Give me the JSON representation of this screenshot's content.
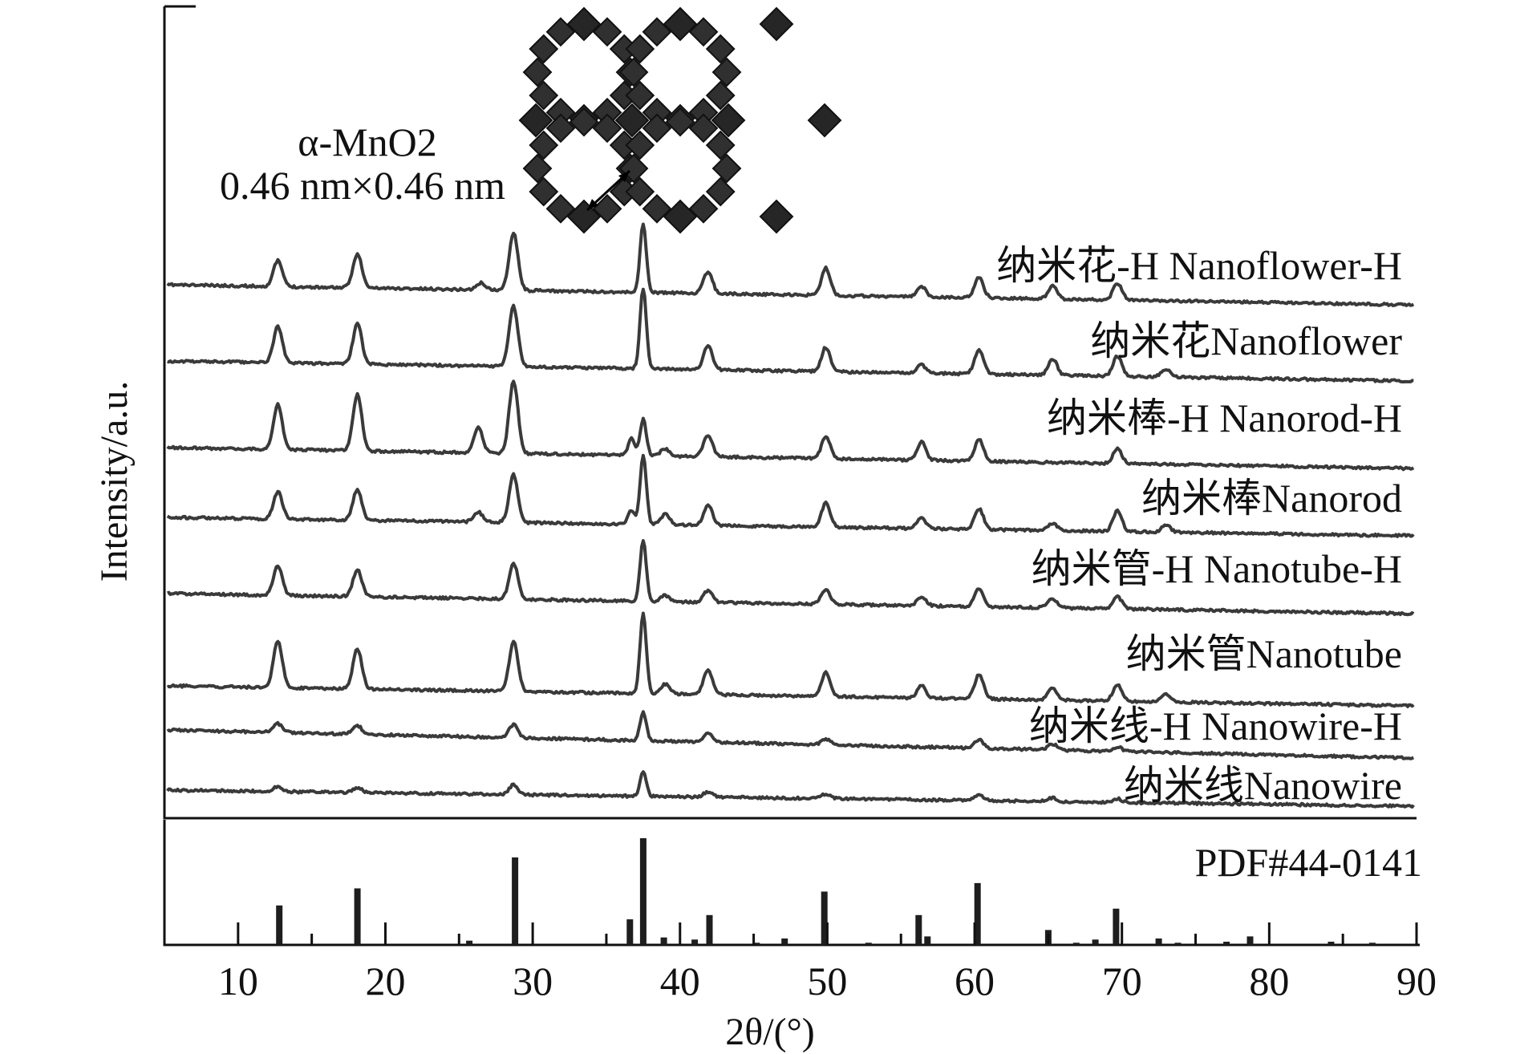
{
  "chart_data": {
    "type": "line",
    "xlabel": "2θ/(°)",
    "ylabel": "Intensity/a.u.",
    "xlim": [
      5,
      90
    ],
    "xticks": [
      "10",
      "20",
      "30",
      "40",
      "50",
      "60",
      "70",
      "80",
      "90"
    ],
    "grid": false,
    "inset": {
      "title": "α-MnO2",
      "pore_size": "0.46 nm×0.46 nm"
    },
    "series": [
      {
        "name": "纳米花-H Nanoflower-H",
        "peaks": [
          [
            12.7,
            0.38
          ],
          [
            18.1,
            0.5
          ],
          [
            26.5,
            0.1
          ],
          [
            28.7,
            0.85
          ],
          [
            37.5,
            1.0
          ],
          [
            41.9,
            0.32
          ],
          [
            49.9,
            0.4
          ],
          [
            56.4,
            0.15
          ],
          [
            60.3,
            0.3
          ],
          [
            65.3,
            0.2
          ],
          [
            69.7,
            0.25
          ]
        ]
      },
      {
        "name": "纳米花Nanoflower",
        "peaks": [
          [
            12.7,
            0.45
          ],
          [
            18.1,
            0.5
          ],
          [
            28.7,
            0.75
          ],
          [
            37.5,
            1.0
          ],
          [
            41.9,
            0.3
          ],
          [
            49.9,
            0.3
          ],
          [
            56.4,
            0.1
          ],
          [
            60.3,
            0.3
          ],
          [
            65.3,
            0.2
          ],
          [
            69.7,
            0.25
          ],
          [
            73.0,
            0.1
          ]
        ]
      },
      {
        "name": "纳米棒-H Nanorod-H",
        "peaks": [
          [
            12.7,
            0.62
          ],
          [
            18.1,
            0.78
          ],
          [
            26.3,
            0.35
          ],
          [
            28.7,
            1.0
          ],
          [
            36.7,
            0.25
          ],
          [
            37.5,
            0.5
          ],
          [
            39.0,
            0.1
          ],
          [
            41.9,
            0.3
          ],
          [
            49.9,
            0.3
          ],
          [
            56.4,
            0.25
          ],
          [
            60.3,
            0.3
          ],
          [
            69.7,
            0.2
          ]
        ]
      },
      {
        "name": "纳米棒Nanorod",
        "peaks": [
          [
            12.7,
            0.4
          ],
          [
            18.1,
            0.45
          ],
          [
            26.3,
            0.15
          ],
          [
            28.7,
            0.7
          ],
          [
            36.7,
            0.2
          ],
          [
            37.5,
            1.0
          ],
          [
            39.0,
            0.15
          ],
          [
            41.9,
            0.3
          ],
          [
            49.9,
            0.35
          ],
          [
            56.4,
            0.15
          ],
          [
            60.3,
            0.3
          ],
          [
            65.3,
            0.1
          ],
          [
            69.7,
            0.3
          ],
          [
            73.0,
            0.1
          ]
        ]
      },
      {
        "name": "纳米管-H Nanotube-H",
        "peaks": [
          [
            12.7,
            0.5
          ],
          [
            18.1,
            0.45
          ],
          [
            28.7,
            0.6
          ],
          [
            37.5,
            1.0
          ],
          [
            39.0,
            0.1
          ],
          [
            41.9,
            0.2
          ],
          [
            49.9,
            0.25
          ],
          [
            56.4,
            0.15
          ],
          [
            60.3,
            0.3
          ],
          [
            65.3,
            0.15
          ],
          [
            69.7,
            0.2
          ]
        ]
      },
      {
        "name": "纳米管Nanotube",
        "peaks": [
          [
            12.7,
            0.58
          ],
          [
            18.1,
            0.5
          ],
          [
            28.7,
            0.62
          ],
          [
            37.5,
            1.0
          ],
          [
            39.0,
            0.12
          ],
          [
            41.9,
            0.3
          ],
          [
            49.9,
            0.3
          ],
          [
            56.4,
            0.15
          ],
          [
            60.3,
            0.3
          ],
          [
            65.3,
            0.15
          ],
          [
            69.7,
            0.2
          ],
          [
            73.0,
            0.1
          ]
        ]
      },
      {
        "name": "纳米线-H Nanowire-H",
        "peaks": [
          [
            12.7,
            0.3
          ],
          [
            18.1,
            0.3
          ],
          [
            28.7,
            0.45
          ],
          [
            37.5,
            1.0
          ],
          [
            41.9,
            0.3
          ],
          [
            49.9,
            0.2
          ],
          [
            60.3,
            0.3
          ],
          [
            65.3,
            0.2
          ],
          [
            69.7,
            0.15
          ]
        ]
      },
      {
        "name": "纳米线Nanowire",
        "peaks": [
          [
            12.7,
            0.2
          ],
          [
            18.1,
            0.2
          ],
          [
            28.7,
            0.4
          ],
          [
            37.5,
            1.0
          ],
          [
            41.9,
            0.2
          ],
          [
            49.9,
            0.2
          ],
          [
            60.3,
            0.2
          ],
          [
            65.3,
            0.15
          ],
          [
            69.7,
            0.15
          ]
        ]
      }
    ],
    "reference": {
      "label": "PDF#44-0141",
      "type": "stick",
      "peaks": [
        [
          12.8,
          0.37
        ],
        [
          18.1,
          0.53
        ],
        [
          25.7,
          0.04
        ],
        [
          28.8,
          0.82
        ],
        [
          36.6,
          0.24
        ],
        [
          37.5,
          1.0
        ],
        [
          38.9,
          0.07
        ],
        [
          41.0,
          0.05
        ],
        [
          42.0,
          0.28
        ],
        [
          45.2,
          0.02
        ],
        [
          47.1,
          0.06
        ],
        [
          49.8,
          0.5
        ],
        [
          52.8,
          0.02
        ],
        [
          56.2,
          0.28
        ],
        [
          56.8,
          0.08
        ],
        [
          60.2,
          0.58
        ],
        [
          65.0,
          0.14
        ],
        [
          66.9,
          0.02
        ],
        [
          68.2,
          0.05
        ],
        [
          69.6,
          0.34
        ],
        [
          72.5,
          0.06
        ],
        [
          73.8,
          0.02
        ],
        [
          77.1,
          0.03
        ],
        [
          78.7,
          0.08
        ],
        [
          84.2,
          0.03
        ],
        [
          87.0,
          0.02
        ]
      ]
    }
  }
}
